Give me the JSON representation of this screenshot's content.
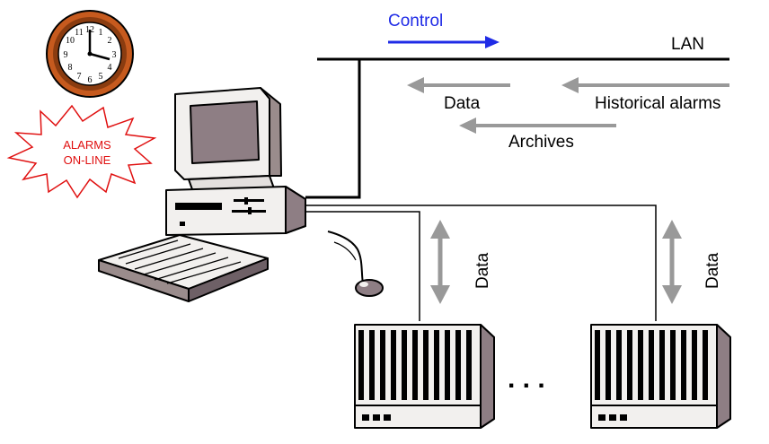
{
  "labels": {
    "control": "Control",
    "lan": "LAN",
    "data_top": "Data",
    "historical_alarms": "Historical alarms",
    "archives": "Archives",
    "data_left": "Data",
    "data_right": "Data",
    "ellipsis": ". . .",
    "alarms_line1": "ALARMS",
    "alarms_line2": "ON-LINE"
  },
  "colors": {
    "control_arrow": "#1f2be6",
    "data_arrows": "#999999",
    "alarm_text": "#e01010",
    "clock_rim": "#c65a1e"
  },
  "icons": [
    "clock-icon",
    "alarm-burst-icon",
    "computer-workstation-icon",
    "keyboard-icon",
    "mouse-icon",
    "controller-unit-icon"
  ]
}
